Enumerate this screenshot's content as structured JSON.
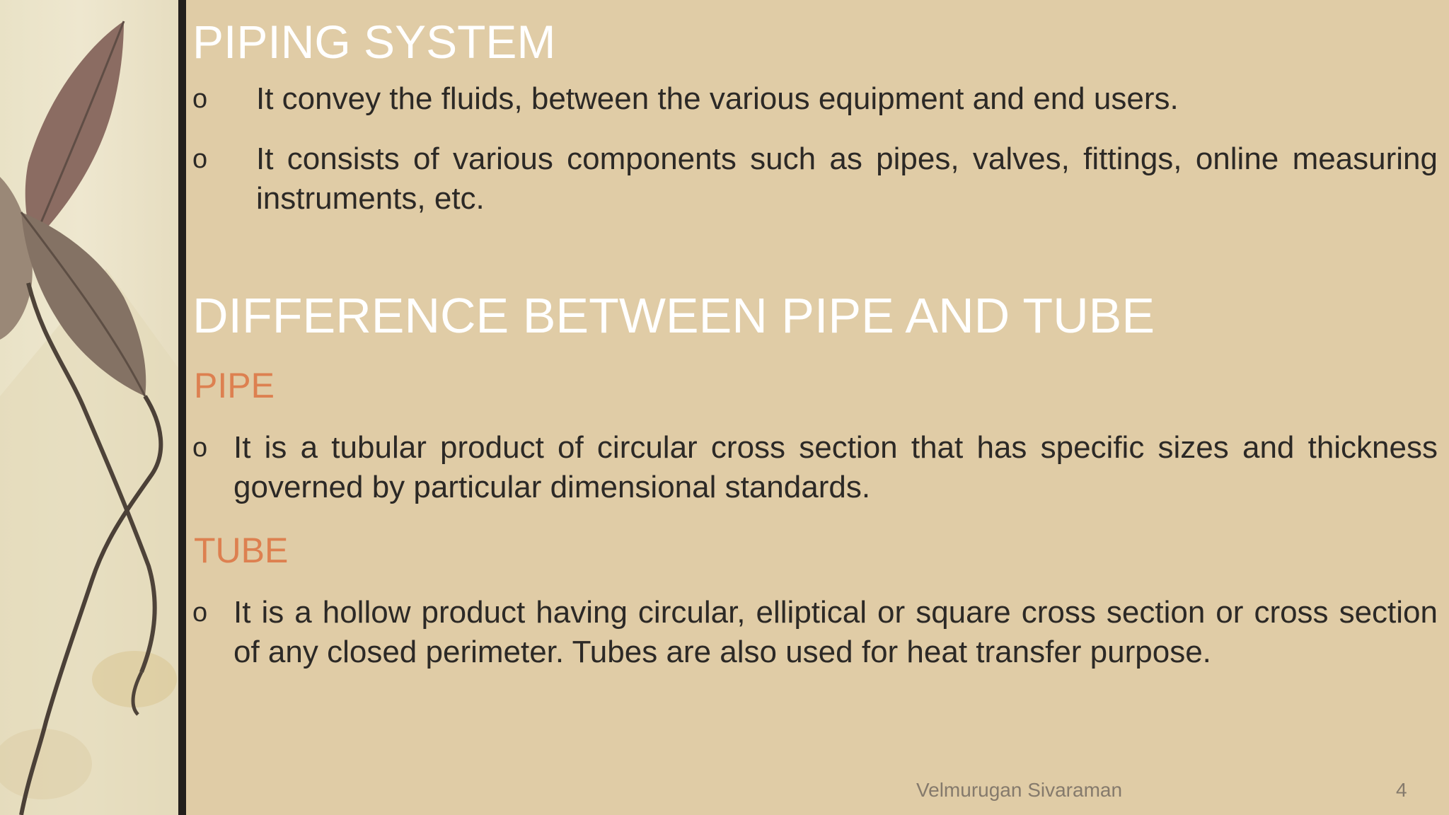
{
  "slide": {
    "title": "PIPING SYSTEM",
    "bullets": [
      "It convey the fluids, between the various equipment and end users.",
      "It consists of various components such as pipes, valves, fittings, online measuring instruments, etc."
    ],
    "section_title": "DIFFERENCE BETWEEN PIPE AND TUBE",
    "pipe": {
      "heading": "PIPE",
      "text": "It is a tubular product of circular cross section that has specific sizes and thickness governed by particular dimensional standards."
    },
    "tube": {
      "heading": "TUBE",
      "text": "It is a hollow product having circular, elliptical or square cross section or cross section of any closed perimeter. Tubes are also used for heat transfer purpose."
    },
    "bullet_marker": "o"
  },
  "footer": {
    "author": "Velmurugan Sivaraman",
    "page_number": "4"
  },
  "colors": {
    "background": "#e0cca6",
    "title": "#ffffff",
    "subheading": "#dd8050",
    "body_text": "#2c2926",
    "divider": "#231f1c"
  }
}
